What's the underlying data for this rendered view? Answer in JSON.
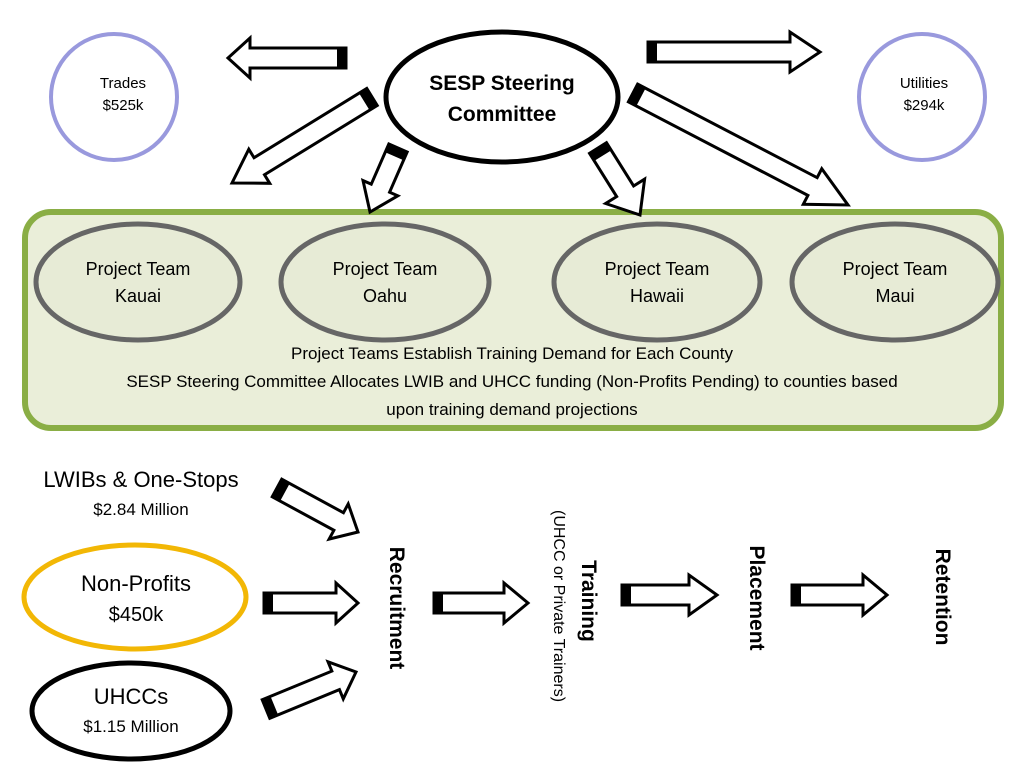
{
  "steering": {
    "line1": "SESP Steering",
    "line2": "Committee"
  },
  "trades": {
    "name": "Trades",
    "amount": "$525k"
  },
  "utilities": {
    "name": "Utilities",
    "amount": "$294k"
  },
  "project_teams": [
    {
      "line1": "Project Team",
      "line2": "Kauai"
    },
    {
      "line1": "Project Team",
      "line2": "Oahu"
    },
    {
      "line1": "Project Team",
      "line2": "Hawaii"
    },
    {
      "line1": "Project Team",
      "line2": "Maui"
    }
  ],
  "panel_text": {
    "line1": "Project Teams Establish Training Demand for Each County",
    "line2": "SESP Steering Committee Allocates LWIB and UHCC funding (Non-Profits Pending) to counties based",
    "line3": "upon training demand projections"
  },
  "funding_sources": {
    "lwib": {
      "name": "LWIBs & One-Stops",
      "amount": "$2.84 Million"
    },
    "nonprofits": {
      "name": "Non-Profits",
      "amount": "$450k"
    },
    "uhcc": {
      "name": "UHCCs",
      "amount": "$1.15 Million"
    }
  },
  "stages": {
    "recruitment": "Recruitment",
    "training": "Training",
    "training_sub": "(UHCC or Private Trainers)",
    "placement": "Placement",
    "retention": "Retention"
  },
  "colors": {
    "circle_lavender": "#9999dd",
    "panel_border": "#8aae45",
    "panel_fill": "#eaeed9",
    "team_border": "#666666",
    "nonprofit_border": "#f2b705"
  }
}
